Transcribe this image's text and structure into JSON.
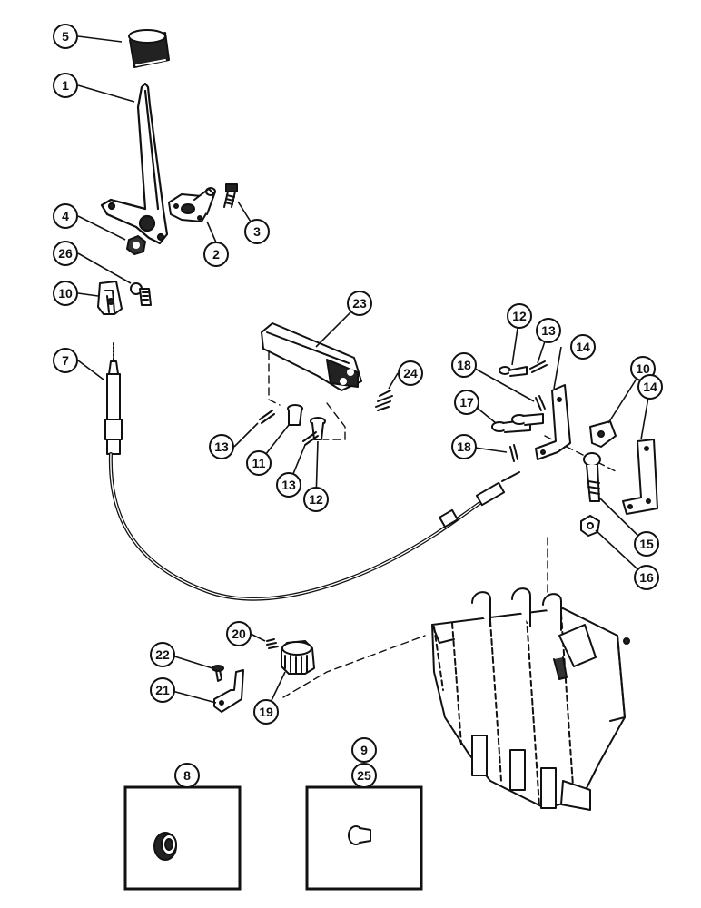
{
  "callouts": [
    {
      "id": "c5",
      "label": "5"
    },
    {
      "id": "c1",
      "label": "1"
    },
    {
      "id": "c3",
      "label": "3"
    },
    {
      "id": "c4",
      "label": "4"
    },
    {
      "id": "c2",
      "label": "2"
    },
    {
      "id": "c26",
      "label": "26"
    },
    {
      "id": "c10a",
      "label": "10"
    },
    {
      "id": "c7",
      "label": "7"
    },
    {
      "id": "c23",
      "label": "23"
    },
    {
      "id": "c24",
      "label": "24"
    },
    {
      "id": "c13a",
      "label": "13"
    },
    {
      "id": "c11",
      "label": "11"
    },
    {
      "id": "c13b",
      "label": "13"
    },
    {
      "id": "c12a",
      "label": "12"
    },
    {
      "id": "c12b",
      "label": "12"
    },
    {
      "id": "c13c",
      "label": "13"
    },
    {
      "id": "c14a",
      "label": "14"
    },
    {
      "id": "c18a",
      "label": "18"
    },
    {
      "id": "c10b",
      "label": "10"
    },
    {
      "id": "c14b",
      "label": "14"
    },
    {
      "id": "c17",
      "label": "17"
    },
    {
      "id": "c18b",
      "label": "18"
    },
    {
      "id": "c15",
      "label": "15"
    },
    {
      "id": "c16",
      "label": "16"
    },
    {
      "id": "c20",
      "label": "20"
    },
    {
      "id": "c22",
      "label": "22"
    },
    {
      "id": "c21",
      "label": "21"
    },
    {
      "id": "c19",
      "label": "19"
    },
    {
      "id": "c8",
      "label": "8"
    },
    {
      "id": "c9",
      "label": "9"
    },
    {
      "id": "c25",
      "label": "25"
    }
  ],
  "colors": {
    "ink": "#111111",
    "paper": "#ffffff"
  }
}
